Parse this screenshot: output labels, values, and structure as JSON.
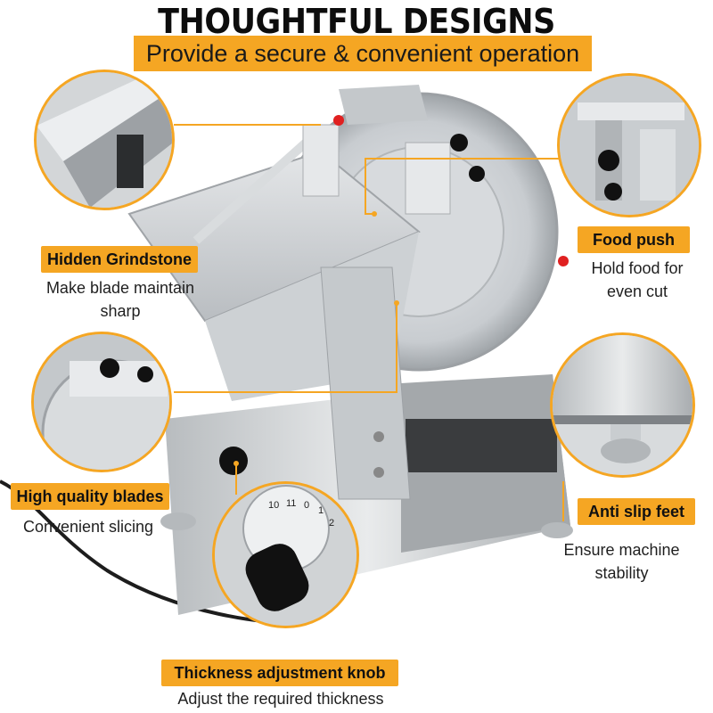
{
  "header": {
    "title": "THOUGHTFUL DESIGNS",
    "subtitle": "Provide a secure & convenient operation"
  },
  "features": [
    {
      "tag": "Hidden Grindstone",
      "desc_lines": [
        "Make blade maintain",
        "sharp"
      ]
    },
    {
      "tag": "Food push",
      "desc_lines": [
        "Hold food for",
        "even cut"
      ]
    },
    {
      "tag": "High quality blades",
      "desc_lines": [
        "Convenient slicing"
      ]
    },
    {
      "tag": "Anti slip feet",
      "desc_lines": [
        "Ensure machine",
        "stability"
      ]
    },
    {
      "tag": "Thickness adjustment knob",
      "desc_lines": [
        "Adjust the required thickness"
      ]
    }
  ],
  "dial": {
    "numbers": [
      "10",
      "11",
      "0",
      "1",
      "2"
    ]
  },
  "colors": {
    "accent": "#f5a623",
    "metal": "#c9cdd0",
    "knob": "#111111"
  }
}
